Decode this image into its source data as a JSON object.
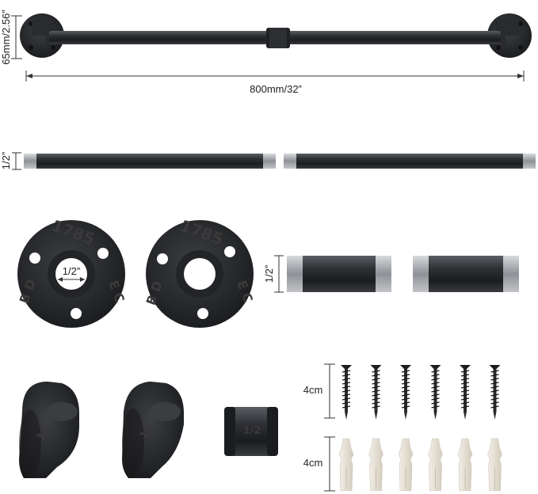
{
  "dimensions": {
    "height_label": "65mm/2.56”",
    "width_label": "800mm/32”",
    "pipe_diameter_label": "1/2”",
    "flange_inner_label": "1/2”",
    "nipple_diameter_label": "1/2”",
    "screw_length_label": "4cm",
    "anchor_length_label": "4cm"
  },
  "markings": {
    "flange_number": "1785",
    "flange_letters": "E C",
    "flange_letters_2": "B D",
    "elbow_size": "1/2",
    "coupling_size": "1/2"
  },
  "counts": {
    "screws": 6,
    "anchors": 6
  },
  "colors": {
    "iron": "#2b2d30",
    "iron_dark": "#1a1b1d",
    "thread": "#a9acb0",
    "anchor": "#e6e1d6",
    "dim_line": "#333333"
  }
}
